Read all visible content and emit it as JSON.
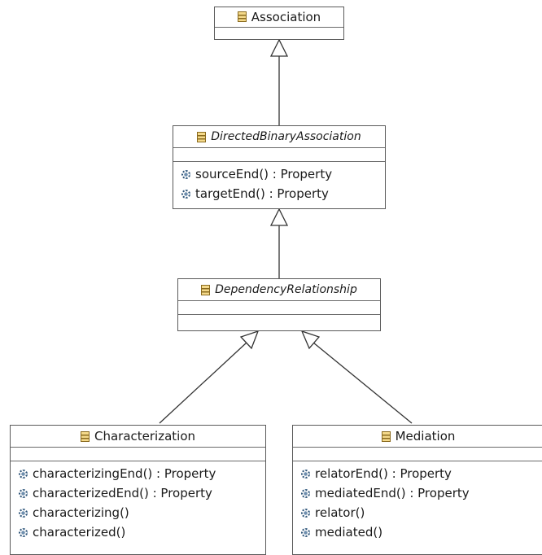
{
  "diagram": {
    "classes": {
      "association": {
        "name": "Association",
        "operations": []
      },
      "directed_binary_association": {
        "name": "DirectedBinaryAssociation",
        "operations": [
          "sourceEnd() : Property",
          "targetEnd() : Property"
        ]
      },
      "dependency_relationship": {
        "name": "DependencyRelationship",
        "operations": []
      },
      "characterization": {
        "name": "Characterization",
        "operations": [
          "characterizingEnd() : Property",
          "characterizedEnd() : Property",
          "characterizing()",
          "characterized()"
        ]
      },
      "mediation": {
        "name": "Mediation",
        "operations": [
          "relatorEnd() : Property",
          "mediatedEnd() : Property",
          "relator()",
          "mediated()"
        ]
      }
    },
    "generalizations": [
      {
        "child": "directed_binary_association",
        "parent": "association"
      },
      {
        "child": "dependency_relationship",
        "parent": "directed_binary_association"
      },
      {
        "child": "characterization",
        "parent": "dependency_relationship"
      },
      {
        "child": "mediation",
        "parent": "dependency_relationship"
      }
    ],
    "colors": {
      "class_border": "#5a5a5a",
      "class_icon": "#f4d98a",
      "operation_icon": "#2b5277",
      "connector": "#333333"
    }
  }
}
